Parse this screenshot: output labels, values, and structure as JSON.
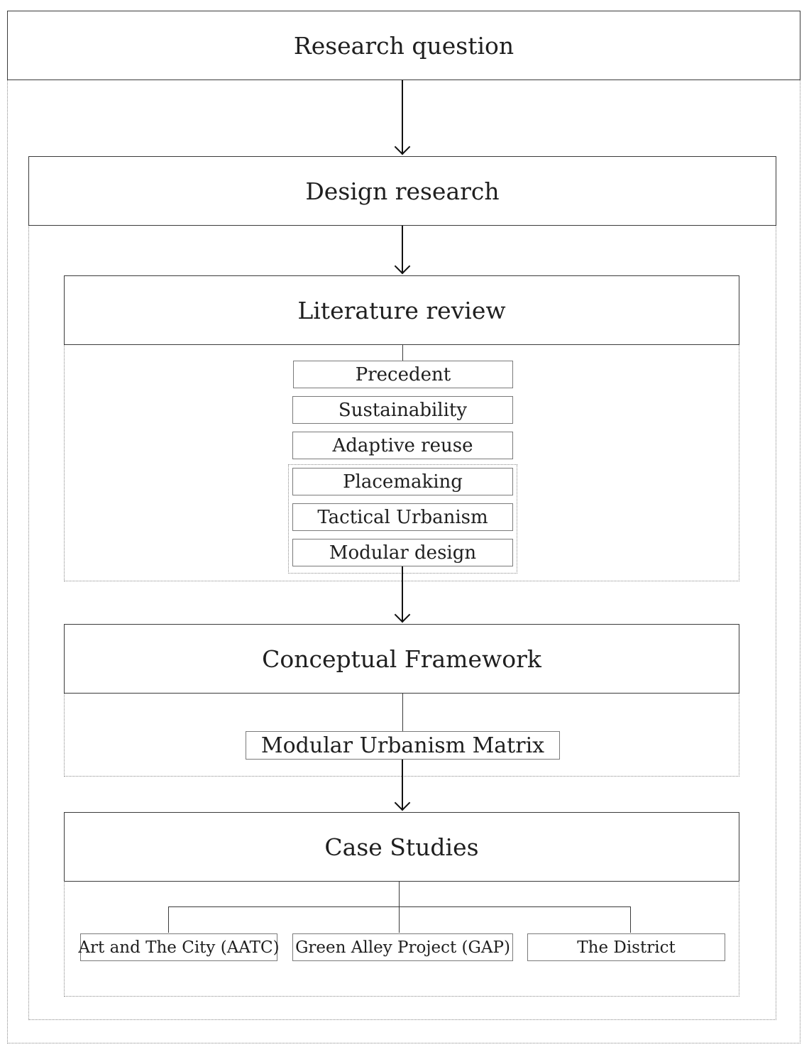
{
  "research_question": {
    "label": "Research question"
  },
  "design_research": {
    "label": "Design research"
  },
  "literature_review": {
    "label": "Literature review",
    "topics": [
      {
        "label": "Precedent"
      },
      {
        "label": "Sustainability"
      },
      {
        "label": "Adaptive reuse"
      },
      {
        "label": "Placemaking"
      },
      {
        "label": "Tactical Urbanism"
      },
      {
        "label": "Modular design"
      }
    ]
  },
  "conceptual_framework": {
    "label": "Conceptual Framework",
    "output": {
      "label": "Modular Urbanism Matrix"
    }
  },
  "case_studies": {
    "label": "Case Studies",
    "items": [
      {
        "label": "Art and The City (AATC)"
      },
      {
        "label": "Green Alley Project (GAP)"
      },
      {
        "label": "The District"
      }
    ]
  }
}
